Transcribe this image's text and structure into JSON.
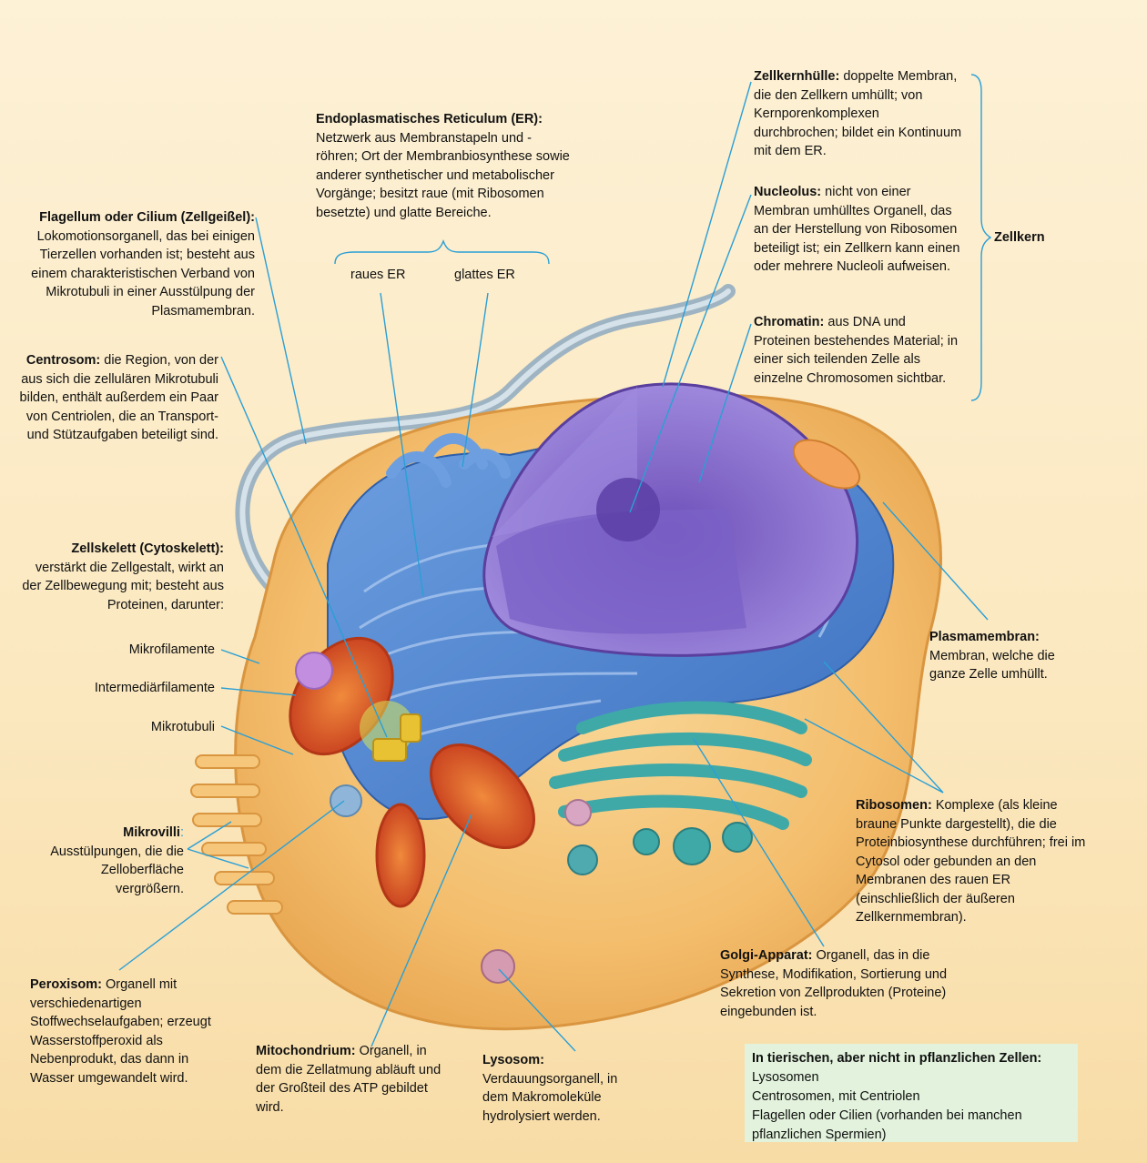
{
  "labels": {
    "er": {
      "title": "Endoplasmatisches Reticulum (ER):",
      "text": "Netzwerk aus Membranstapeln und -röhren; Ort der Membranbiosynthese sowie anderer synthetischer und metabolischer Vorgänge; besitzt raue (mit Ribosomen besetzte) und glatte Bereiche.",
      "rough": "raues ER",
      "smooth": "glattes ER"
    },
    "flagellum": {
      "title": "Flagellum oder Cilium (Zellgeißel):",
      "text": "Lokomotionsorganell, das bei einigen Tierzellen vorhanden ist; besteht aus einem charakteristischen Verband von Mikrotubuli in einer Ausstülpung der Plasmamembran."
    },
    "centrosome": {
      "title": "Centrosom:",
      "text": "die Region, von der aus sich die zellulären Mikrotubuli bilden, enthält außerdem ein Paar von Centriolen, die an Transport- und Stützaufgaben beteiligt sind."
    },
    "cytoskeleton": {
      "title": "Zellskelett (Cytoskelett):",
      "text": "verstärkt die Zellgestalt, wirkt an der Zellbewegung mit; besteht aus Proteinen, darunter:",
      "microfilaments": "Mikrofilamente",
      "intermediate": "Intermediärfilamente",
      "microtubules": "Mikrotubuli"
    },
    "microvilli": {
      "title": "Mikrovilli",
      "colon": ":",
      "text": "Ausstülpungen, die die Zelloberfläche vergrößern."
    },
    "peroxisome": {
      "title": "Peroxisom:",
      "text": "Organell mit verschiedenartigen Stoffwechselaufgaben; erzeugt Wasserstoffperoxid als Nebenprodukt, das dann in Wasser umgewandelt wird."
    },
    "mitochondrium": {
      "title": "Mitochondrium:",
      "text": "Organell, in dem die Zellatmung abläuft und der Großteil des ATP gebildet wird."
    },
    "lysosome": {
      "title": "Lysosom:",
      "text": "Verdauungsorganell, in dem Makromoleküle hydrolysiert werden."
    },
    "golgi": {
      "title": "Golgi-Apparat:",
      "text": "Organell, das in die Synthese, Modifikation, Sortierung und Sekretion von Zellprodukten (Proteine) eingebunden ist."
    },
    "ribosomes": {
      "title": "Ribosomen:",
      "text": "Komplexe (als kleine braune Punkte dargestellt), die die Proteinbiosynthese durchführen; frei im Cytosol oder gebunden an den Membranen des rauen ER (einschließlich der äußeren Zellkernmembran)."
    },
    "plasma_membrane": {
      "title": "Plasmamembran:",
      "text": "Membran, welche die ganze Zelle umhüllt."
    },
    "nuclear_envelope": {
      "title": "Zellkernhülle:",
      "text": "doppelte Membran, die den Zellkern umhüllt; von Kernporenkomplexen durchbrochen; bildet ein Kontinuum mit dem ER."
    },
    "nucleolus": {
      "title": "Nucleolus:",
      "text": "nicht von einer Membran umhülltes Organell, das an der Herstellung von Ribosomen beteiligt ist; ein Zellkern kann einen oder mehrere Nucleoli aufweisen."
    },
    "chromatin": {
      "title": "Chromatin:",
      "text": "aus DNA und Proteinen bestehendes Material; in einer sich teilenden Zelle als einzelne Chromosomen sichtbar."
    },
    "nucleus": "Zellkern"
  },
  "animal_box": {
    "title": "In tierischen, aber nicht in pflanzlichen Zellen:",
    "items": [
      "Lysosomen",
      "Centrosomen, mit Centriolen",
      "Flagellen oder Cilien (vorhanden bei manchen pflanzlichen Spermien)"
    ]
  },
  "colors": {
    "leader": "#2a9fd6",
    "cytoplasm": "#f6c77a",
    "er": "#4f86cf",
    "nucleus": "#8a6fc7",
    "golgi": "#3fa9a8",
    "mitochondrium": "#e2622f",
    "box": "#e2f2dc"
  }
}
